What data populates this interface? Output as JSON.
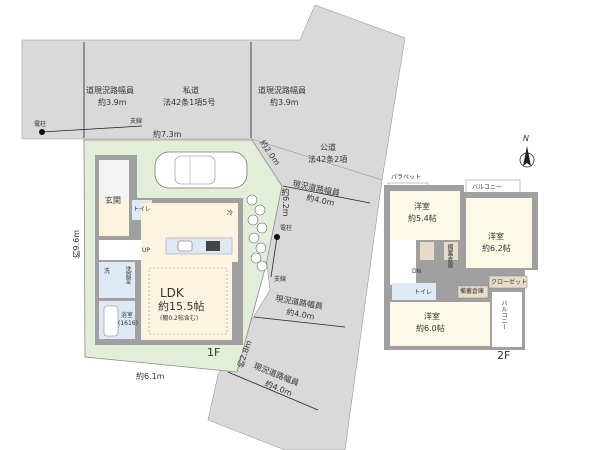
{
  "site": {
    "private_road": {
      "name": "私道",
      "law": "法42条1項5号"
    },
    "private_road_width_left": {
      "label": "道現況路幅員",
      "value": "約3.9m"
    },
    "private_road_width_right": {
      "label": "道現況路幅員",
      "value": "約3.9m"
    },
    "public_road": {
      "name": "公道",
      "law": "法42条2項"
    },
    "public_road_width_1": {
      "label": "現況道路幅員",
      "value": "約4.0m"
    },
    "public_road_width_2": {
      "label": "現況道路幅員",
      "value": "約4.0m"
    },
    "public_road_width_3": {
      "label": "現況道路幅員",
      "value": "約4.0m"
    },
    "utility_pole_1": {
      "pole": "電柱",
      "wire": "支線"
    },
    "utility_pole_2": {
      "pole": "電柱",
      "wire": "支線"
    },
    "dim_frontage": "約7.3m",
    "dim_corner": "約2.0m",
    "dim_side_right": "約6.2m",
    "dim_side_left": "約9.6m",
    "dim_bottom": "約6.1m",
    "dim_corner_bottom": "約2.8m"
  },
  "floor1": {
    "label": "1F",
    "rooms": {
      "entrance": "玄関",
      "toilet": "トイレ",
      "fridge": "冷",
      "stairs_up": "UP",
      "washer": "洗",
      "washroom": "洗面室",
      "bath": "浴室",
      "bath_size": "(1616)",
      "ldk": "LDK",
      "ldk_area": "約15.5帖",
      "ldk_note": "(棚0.2帖含む)"
    }
  },
  "floor2": {
    "label": "2F",
    "rooms": {
      "parapet": "パラペット",
      "balcony_top": "バルコニー",
      "room1": "洋室",
      "room1_area": "約5.4帖",
      "room2": "洋室",
      "room2_area": "約6.2帖",
      "room3": "洋室",
      "room3_area": "約6.0帖",
      "storage1": "備蓄倉庫",
      "storage2": "備蓄倉庫",
      "closet": "クローゼット",
      "toilet": "トイレ",
      "stairs_down": "DN",
      "balcony_side": "バルコニー"
    }
  },
  "compass": {
    "label": "N"
  },
  "colors": {
    "road": "#d9d9d9",
    "lot": "#e3eed9",
    "room_floor": "#fdf3e1",
    "wet_area": "#dde9f5",
    "wall": "#a0a0a0",
    "storage": "#e6dcc8"
  }
}
